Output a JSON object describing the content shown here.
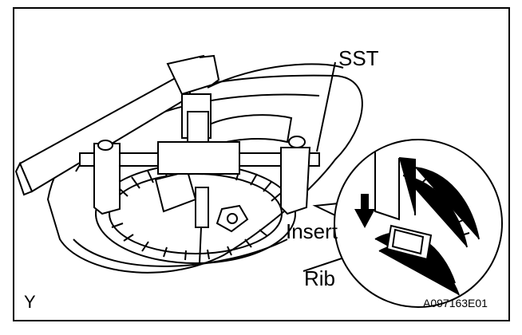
{
  "labels": {
    "sst": "SST",
    "insert": "Insert",
    "rib": "Rib",
    "corner": "Y",
    "code": "A097163E01"
  },
  "icons": {
    "arrow": "down-arrow-icon"
  },
  "colors": {
    "ink": "#000000",
    "paper": "#ffffff"
  }
}
